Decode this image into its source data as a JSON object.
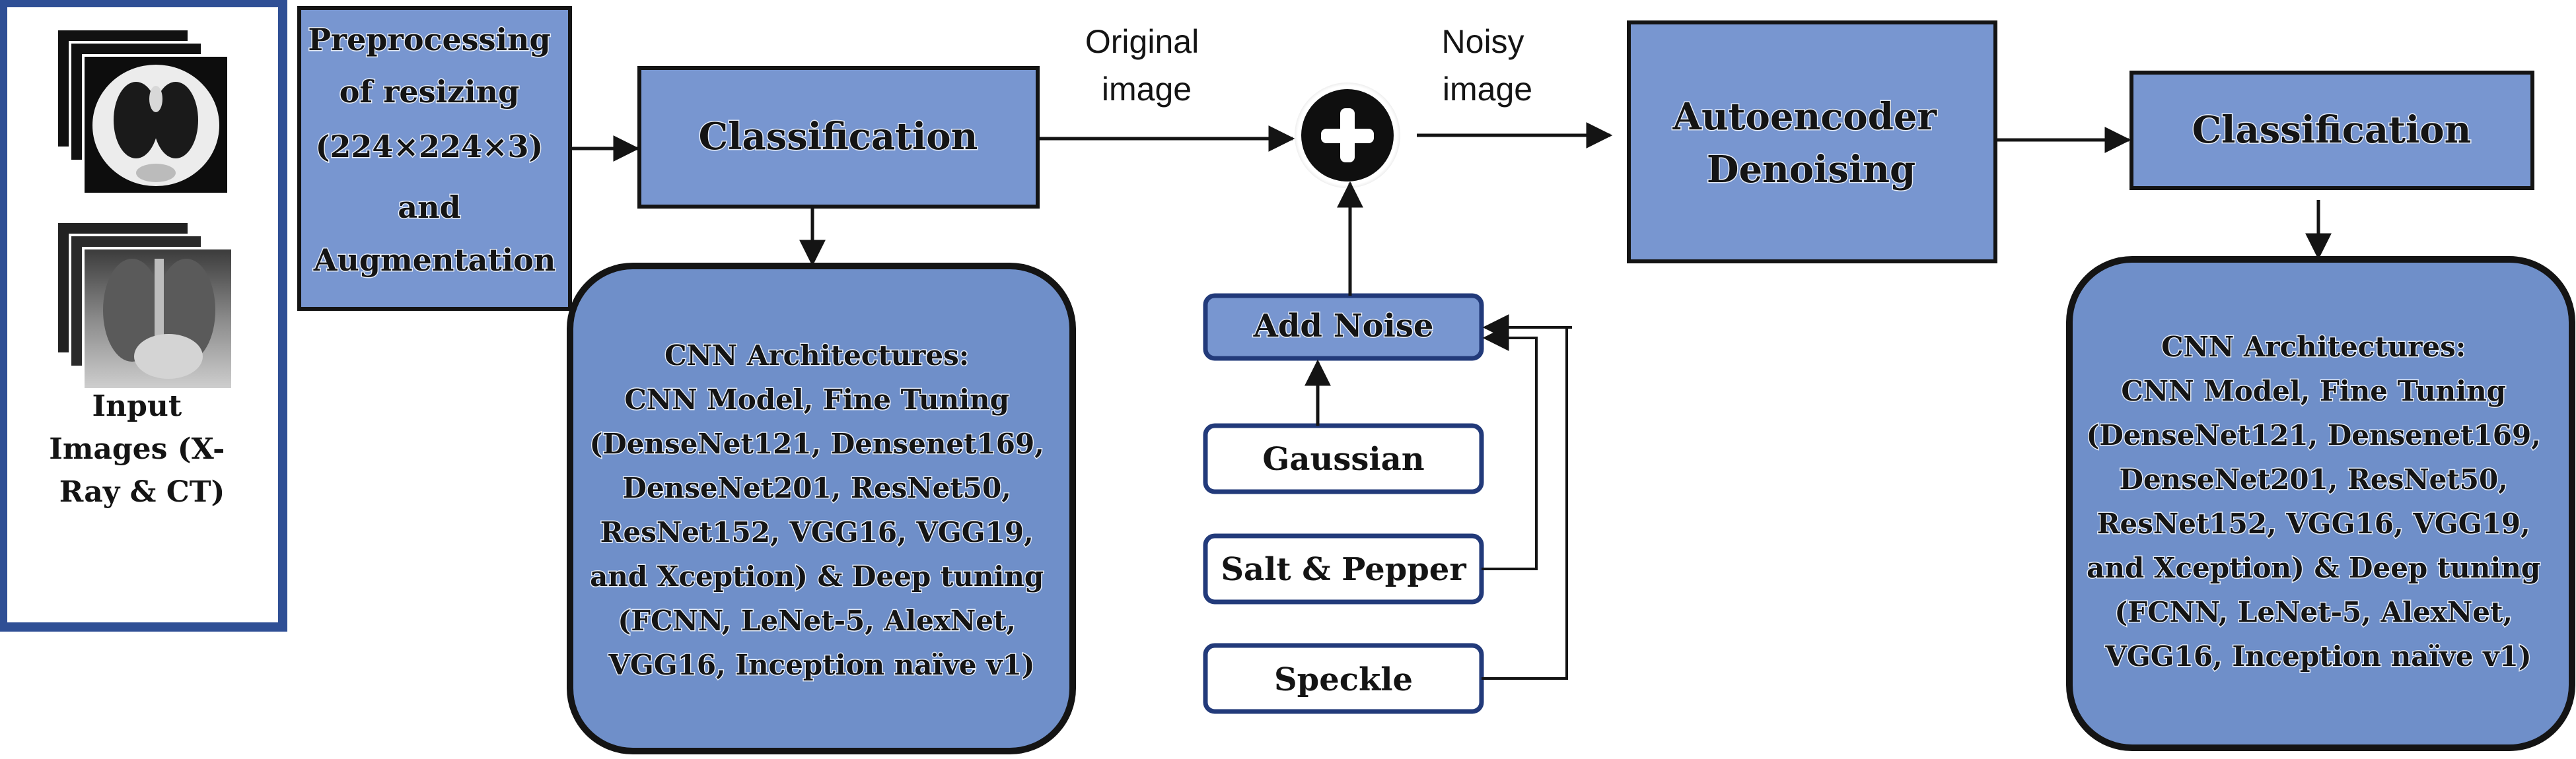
{
  "colors": {
    "box_fill": "#7896d0",
    "box_stroke": "#141414",
    "rounded_fill": "#6f8fc9",
    "input_frame": "#2f4f95",
    "noise_box_stroke": "#223a7a",
    "arrow": "#141414"
  },
  "input": {
    "images_caption": [
      "Input",
      "Images (X-",
      "Ray & CT)"
    ],
    "icons": [
      "ct-scan-stack-image",
      "xray-stack-image"
    ]
  },
  "preprocessing": {
    "lines": [
      "Preprocessing",
      "of resizing",
      "(224×224×3)",
      "and",
      "Augmentation"
    ]
  },
  "classification_1": {
    "label": "Classification"
  },
  "cnn_1": {
    "lines": [
      "CNN Architectures:",
      "CNN Model, Fine Tuning",
      "(DenseNet121, Densenet169,",
      "DenseNet201, ResNet50,",
      "ResNet152, VGG16, VGG19,",
      "and Xception) & Deep tuning",
      "(FCNN, LeNet-5, AlexNet,",
      "VGG16, Inception naïve v1)"
    ]
  },
  "labels": {
    "original_image": [
      "Original",
      "image"
    ],
    "noisy_image": [
      "Noisy",
      "image"
    ]
  },
  "adder": {
    "symbol": "+"
  },
  "add_noise": {
    "label": "Add Noise"
  },
  "noise_types": [
    "Gaussian",
    "Salt & Pepper",
    "Speckle"
  ],
  "autoencoder": {
    "lines": [
      "Autoencoder",
      "Denoising"
    ]
  },
  "classification_2": {
    "label": "Classification"
  },
  "cnn_2": {
    "lines": [
      "CNN Architectures:",
      "CNN Model, Fine Tuning",
      "(DenseNet121, Densenet169,",
      "DenseNet201, ResNet50,",
      "ResNet152, VGG16, VGG19,",
      "and Xception) & Deep tuning",
      "(FCNN, LeNet-5, AlexNet,",
      "VGG16, Inception naïve v1)"
    ]
  }
}
